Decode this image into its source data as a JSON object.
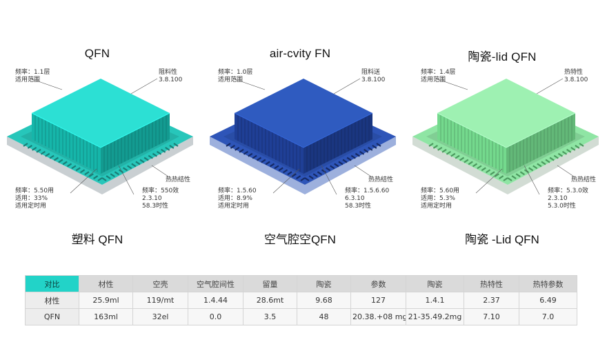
{
  "panels": [
    {
      "title": "QFN",
      "caption": "塑料 QFN",
      "labels": {
        "tl": [
          "频率：1.1层",
          "适用范围"
        ],
        "tr": [
          "阻料性",
          "3.8.100"
        ],
        "mr": [
          "热热结性"
        ],
        "bl": [
          "频率：5.50用",
          "适用：33%",
          "适用定时用"
        ],
        "bm": [
          "频率：550效",
          "2.3.10",
          "58.3时性"
        ]
      },
      "colors": {
        "top": "#2ce0d4",
        "side": "#16b6aa",
        "pins": "#1f9e93",
        "substrate": "#27c6ba",
        "base": "#c9cfd2"
      }
    },
    {
      "title": "air-cvity FN",
      "caption": "空气腔空QFN",
      "labels": {
        "tl": [
          "频率：1.0层",
          "适用范围"
        ],
        "tr": [
          "阻料送",
          "3.8.100"
        ],
        "mr": [
          "热热结性"
        ],
        "bl": [
          "频率：1.5.60",
          "适用：8.9%",
          "适用定时用"
        ],
        "bm": [
          "频率：1.5.6.60",
          "6.3.10",
          "58.3时性"
        ]
      },
      "colors": {
        "top": "#2f5bc0",
        "side": "#1f3f96",
        "pins": "#1a357e",
        "substrate": "#2e55b8",
        "base": "#9db0dd"
      }
    },
    {
      "title": "陶瓷-lid QFN",
      "caption": "陶瓷 -Lid QFN",
      "labels": {
        "tl": [
          "频率：1.4层",
          "适用范围"
        ],
        "tr": [
          "热特性",
          "3.8.100"
        ],
        "mr": [
          "热热结性"
        ],
        "bl": [
          "频率：5.60用",
          "适用：5.3%",
          "适用定时用"
        ],
        "bm": [
          "频率：5.3.0效",
          "2.3.10",
          "5.3.0时性"
        ]
      },
      "colors": {
        "top": "#9ef1b2",
        "side": "#74d98d",
        "pins": "#5fbf77",
        "substrate": "#8fe5a4",
        "base": "#d2dcd4"
      }
    }
  ],
  "table": {
    "headers": [
      "对比",
      "材性",
      "空壳",
      "空气腔间性",
      "留量",
      "陶瓷",
      "参数",
      "陶瓷",
      "热特性",
      "热特参数"
    ],
    "rows": [
      [
        "材性",
        "25.9ml",
        "119/mt",
        "1.4.44",
        "28.6mt",
        "9.68",
        "127",
        "1.4.1",
        "2.37",
        "6.49"
      ],
      [
        "QFN",
        "163ml",
        "32el",
        "0.0",
        "3.5",
        "48",
        "20.38.+08 mg",
        "21-35.49.2mg",
        "7.10",
        "7.0"
      ]
    ]
  }
}
